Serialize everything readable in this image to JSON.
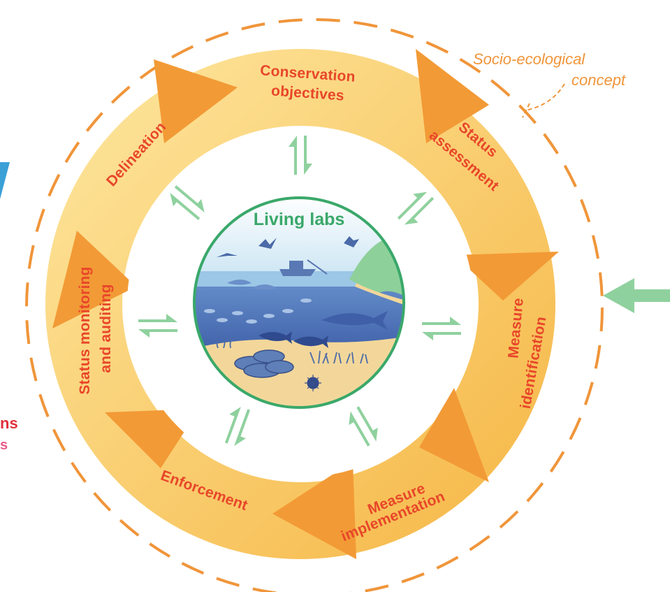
{
  "outer_label": {
    "line1": "Socio-ecological",
    "line2": "concept"
  },
  "center": {
    "title": "Living labs"
  },
  "stages": {
    "conservation_objectives": {
      "line1": "Conservation",
      "line2": "objectives"
    },
    "status_assessment": {
      "line1": "Status",
      "line2": "assessment"
    },
    "measure_identification": {
      "line1": "Measure",
      "line2": "identification"
    },
    "measure_implementation": {
      "line1": "Measure",
      "line2": "implementation"
    },
    "enforcement": {
      "line1": "Enforcement"
    },
    "status_monitoring": {
      "line1": "Status monitoring",
      "line2": "and auditing"
    },
    "delineation": {
      "line1": "Delineation"
    }
  },
  "left_edge": {
    "fragment1": "ns",
    "fragment2": "s"
  },
  "colors": {
    "ring_light": "#fcd97a",
    "ring_dark": "#f08c30",
    "stage_text": "#e8462a",
    "dashed_circle": "#f0953a",
    "exchange_arrows": "#8fd19e",
    "center_border": "#3aa86a",
    "sky": "#d6ecf6",
    "sea": "#5c86c4",
    "seabed": "#f3d79a",
    "land": "#8ed09a",
    "left_fragment_red": "#e0303a",
    "left_fragment_pink": "#e85a8a",
    "left_arrow_blue": "#3aa0d6"
  },
  "icons": [
    "exchange-arrows",
    "fish-icon",
    "bird-icon",
    "boat-icon",
    "mussel-icon",
    "seagrass-icon",
    "urchin-icon"
  ]
}
